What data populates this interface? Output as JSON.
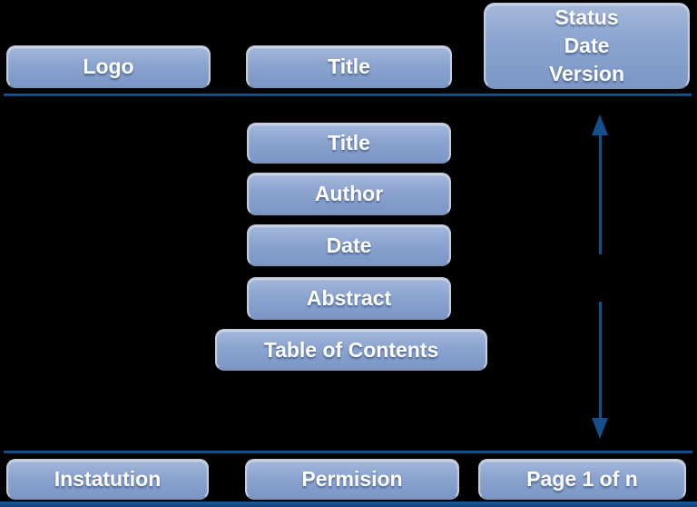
{
  "diagram": {
    "description": "Document page template layout diagram",
    "colors": {
      "background": "#000000",
      "box_gradient_top": "#a4b8da",
      "box_gradient_bottom": "#7b97c7",
      "box_text": "#ffffff",
      "rule_line": "#10518e",
      "arrow": "#15508d"
    },
    "header": {
      "logo_label": "Logo",
      "title_label": "Title",
      "status_lines": [
        "Status",
        "Date",
        "Version"
      ]
    },
    "body": {
      "items": [
        "Title",
        "Author",
        "Date",
        "Abstract",
        "Table of Contents"
      ]
    },
    "footer": {
      "institution_label": "Instatution",
      "permission_label": "Permision",
      "page_label": "Page 1 of n"
    },
    "icons": {
      "arrow": "vertical-double-headed-arrow"
    }
  }
}
